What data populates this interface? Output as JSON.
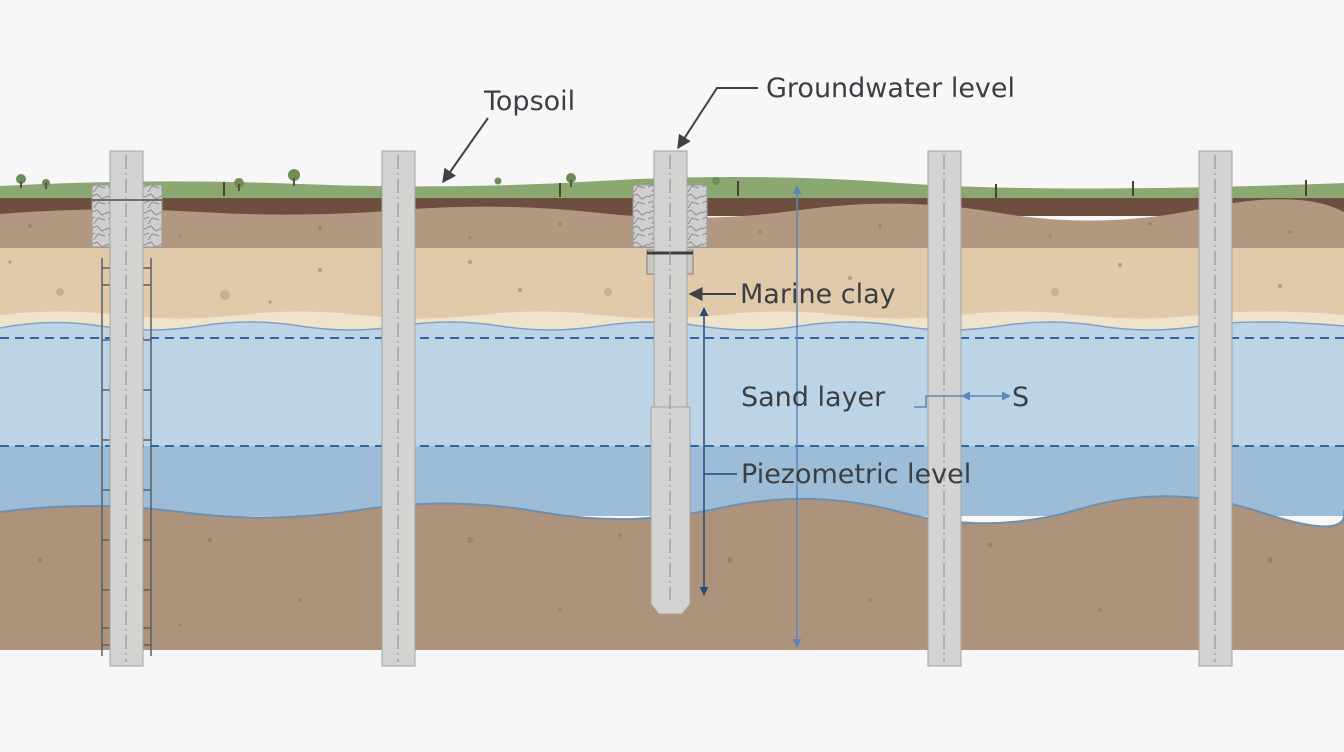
{
  "labels": {
    "topsoil": "Topsoil",
    "groundwater_level": "Groundwater level",
    "marine_clay": "Marine clay",
    "sand_layer": "Sand layer",
    "piezometric_level": "Piezometric level",
    "spacing": "S"
  },
  "colors": {
    "background": "#f6f7f6",
    "grass": "#8ba870",
    "topsoil_dark": "#6e4f3f",
    "upper_soil": "#b29880",
    "marine_clay": "#e1caa9",
    "sand_strip": "#f0e3cc",
    "water_upper": "#bdd3e6",
    "water_lower": "#9dbcd8",
    "lower_soil": "#ad937b",
    "pile": "#d3d3d1",
    "leader": "#3e4246",
    "dimension": "#5b86ba",
    "level_line": "#2f67a6"
  }
}
